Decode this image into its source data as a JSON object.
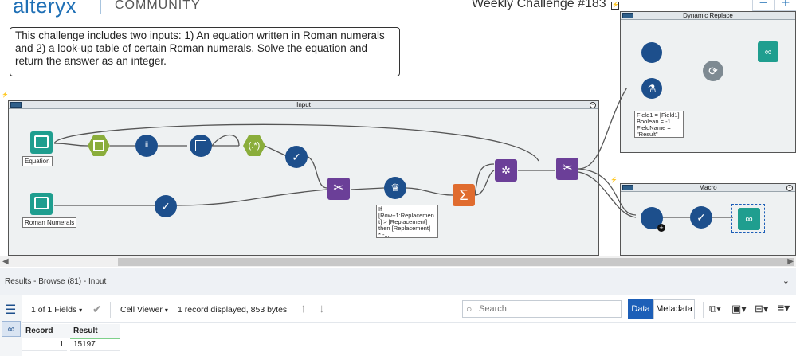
{
  "header": {
    "brand": "alteryx",
    "section": "COMMUNITY",
    "challenge_title": "Weekly Challenge #183",
    "minus_label": "−",
    "plus_label": "+"
  },
  "comment": {
    "text": "This challenge includes two inputs: 1) An equation written in Roman numerals and 2) a look-up table of certain Roman numerals.  Solve the equation and return the answer as an integer."
  },
  "containers": {
    "input": {
      "title": "Input"
    },
    "dynamic_replace": {
      "title": "Dynamic Replace"
    },
    "macro": {
      "title": "Macro"
    }
  },
  "tool_labels": {
    "equation": "Equation",
    "roman_numerals": "Roman Numerals"
  },
  "annotations": {
    "multi_row": "If\n[Row+1:Replacemen\nt] > [Replacement]\nthen [Replacement]\n* -...",
    "formula_macro": "Field1 = [Field1]\nBoolean = -1\nFieldName =\n\"Result\""
  },
  "results": {
    "pane_title": "Results - Browse (81) - Input",
    "fields_label": "1 of 1 Fields",
    "cell_viewer_label": "Cell Viewer",
    "record_info": "1 record displayed, 853 bytes",
    "search_placeholder": "Search",
    "data_tab": "Data",
    "metadata_tab": "Metadata",
    "columns": [
      "Record",
      "Result"
    ],
    "rows": [
      {
        "record": "1",
        "result": "15197"
      }
    ]
  },
  "colors": {
    "input_tool": "#1f9e8f",
    "prep_tool": "#8aad3b",
    "blue_tool": "#1d4f8c",
    "join_tool": "#6b3f98",
    "transform_tool": "#e06c2f",
    "accent": "#1d5fb8"
  }
}
